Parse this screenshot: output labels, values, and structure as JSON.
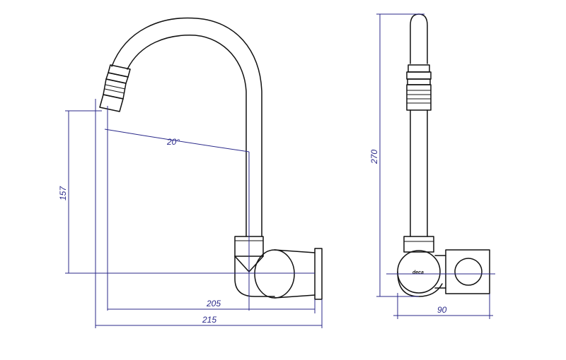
{
  "dimensions": {
    "angle": "20°",
    "height_outlet": "157",
    "reach_inner": "205",
    "reach_total": "215",
    "height_total": "270",
    "depth": "90"
  },
  "brand_mark": "deca",
  "colors": {
    "drawing_lines": "#111111",
    "dimension_lines": "#2b2a8a",
    "background": "#ffffff"
  }
}
